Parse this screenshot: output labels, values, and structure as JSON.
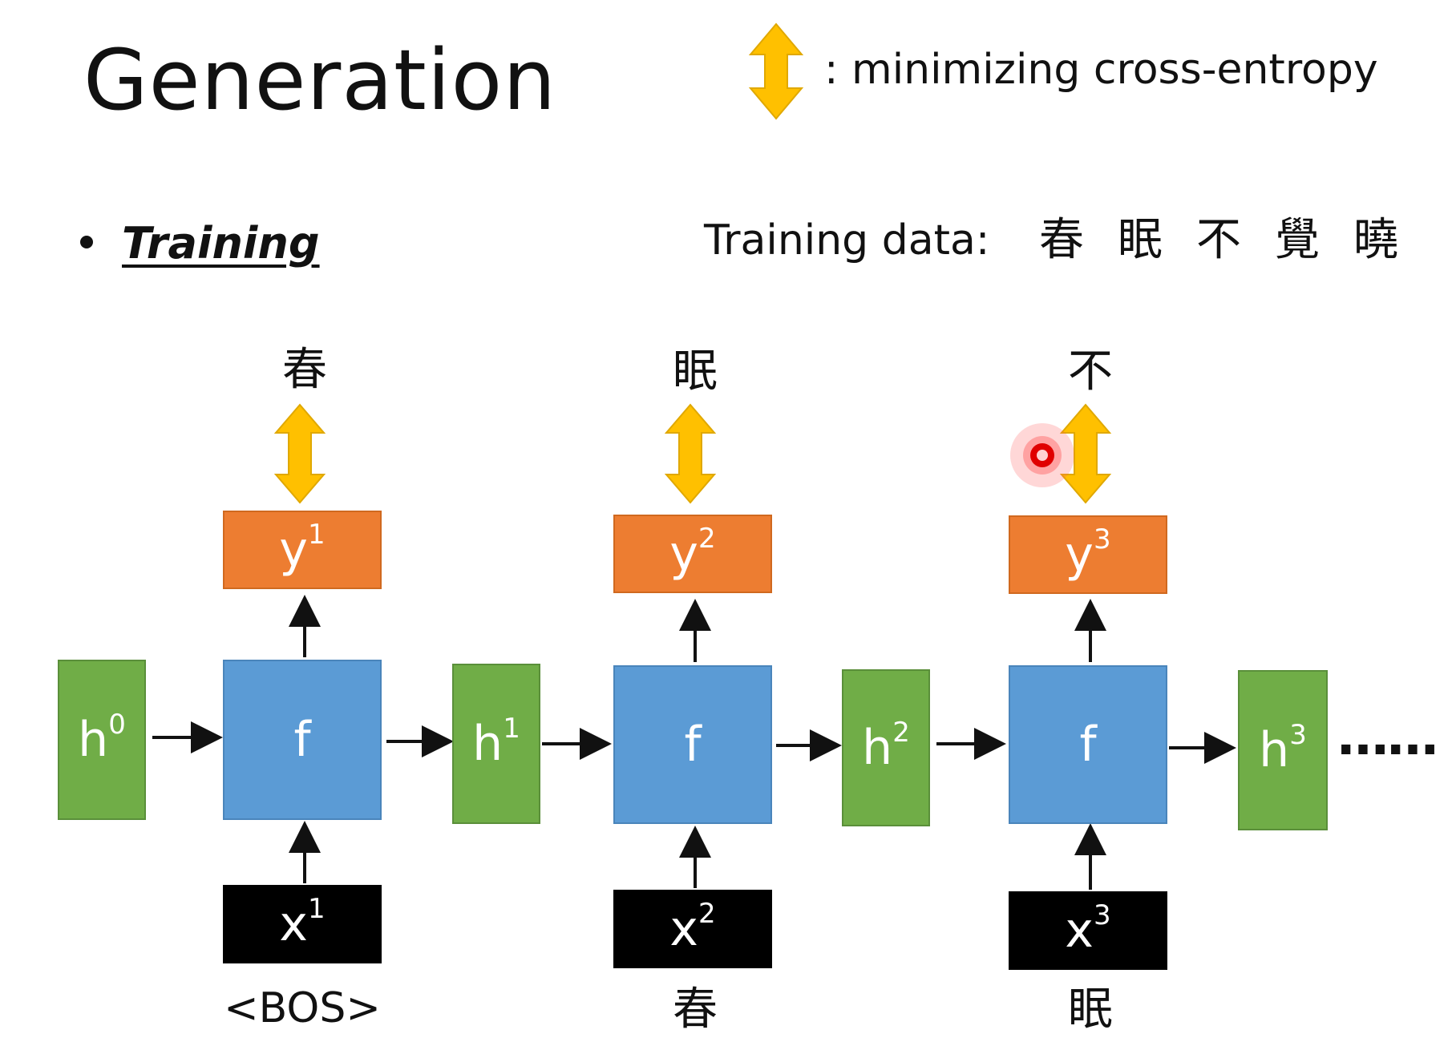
{
  "title": "Generation",
  "legend": {
    "text": ": minimizing cross-entropy",
    "arrow_icon": "double-arrow-vertical",
    "arrow_color": "#ffc000"
  },
  "bullet": {
    "label": "Training"
  },
  "training_data": {
    "label": "Training data:",
    "chars": [
      "春",
      "眠",
      "不",
      "覺",
      "曉"
    ]
  },
  "colors": {
    "hidden": "#70ad47",
    "function": "#5b9bd5",
    "output": "#ed7d31",
    "input": "#000000",
    "arrow": "#ffc000",
    "pointer": "#e00000"
  },
  "hidden_states": [
    {
      "base": "h",
      "sup": "0"
    },
    {
      "base": "h",
      "sup": "1"
    },
    {
      "base": "h",
      "sup": "2"
    },
    {
      "base": "h",
      "sup": "3"
    }
  ],
  "steps": [
    {
      "f": "f",
      "output": {
        "base": "y",
        "sup": "1"
      },
      "input": {
        "base": "x",
        "sup": "1"
      },
      "target": "春",
      "input_token": "<BOS>"
    },
    {
      "f": "f",
      "output": {
        "base": "y",
        "sup": "2"
      },
      "input": {
        "base": "x",
        "sup": "2"
      },
      "target": "眠",
      "input_token": "春"
    },
    {
      "f": "f",
      "output": {
        "base": "y",
        "sup": "3"
      },
      "input": {
        "base": "x",
        "sup": "3"
      },
      "target": "不",
      "input_token": "眠"
    }
  ],
  "ellipsis": "……"
}
